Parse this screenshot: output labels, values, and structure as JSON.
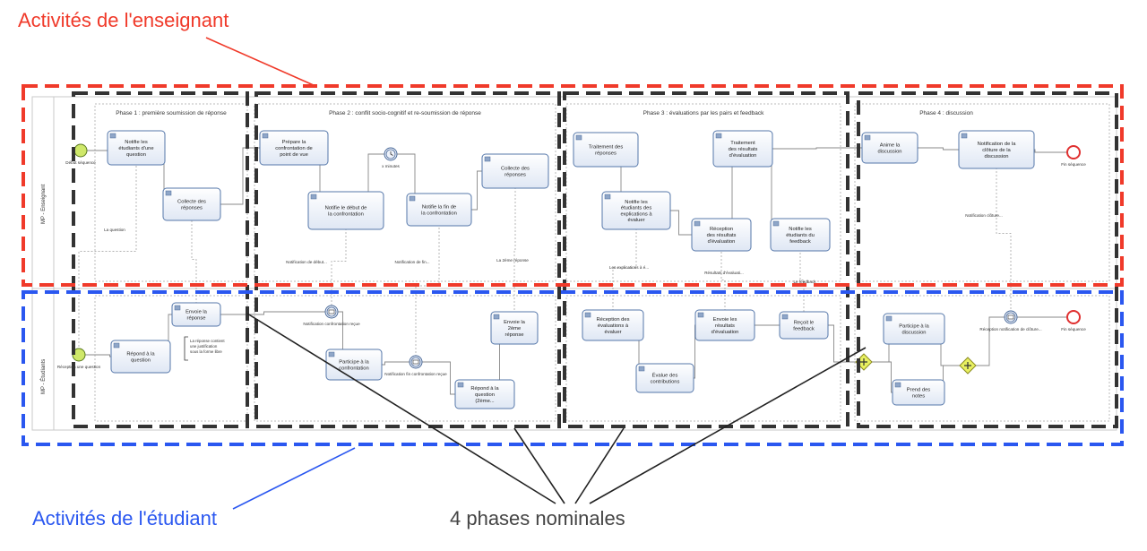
{
  "annotations": {
    "teacher": "Activités de l'enseignant",
    "student": "Activités de l'étudiant",
    "phases": "4 phases nominales"
  },
  "colors": {
    "teacher": "#f03a2a",
    "student": "#2a57f0",
    "phase_frame": "#333333",
    "task_fill": "#e8eef8",
    "task_stroke": "#5577aa",
    "start_event": "#cfe86a",
    "end_event": "#e03030",
    "gateway": "#e8f060"
  },
  "lanes": [
    {
      "id": "teacher",
      "label": "MP - Enseignant"
    },
    {
      "id": "student",
      "label": "MP - Étudiants"
    }
  ],
  "phases": [
    {
      "id": "p1",
      "title": "Phase 1 : première soumission de réponse"
    },
    {
      "id": "p2",
      "title": "Phase 2 : conflit socio-cognitif et re-soumission de réponse"
    },
    {
      "id": "p3",
      "title": "Phase 3 : évaluations par les pairs et feedback"
    },
    {
      "id": "p4",
      "title": "Phase 4 : discussion"
    }
  ],
  "nodes": [
    {
      "id": "start_t",
      "kind": "start",
      "label": "Début séquence"
    },
    {
      "id": "t_notifie_question",
      "kind": "task",
      "label": [
        "Notifie les",
        "étudiants d'une",
        "question"
      ]
    },
    {
      "id": "t_collecte1",
      "kind": "task",
      "label": [
        "Collecte des",
        "réponses"
      ]
    },
    {
      "id": "t_prepare",
      "kind": "task",
      "label": [
        "Prépare la",
        "confrontation de",
        "point de vue"
      ]
    },
    {
      "id": "t_notifie_debut",
      "kind": "task",
      "label": [
        "Notifie le début de",
        "la confrontation"
      ]
    },
    {
      "id": "timer",
      "kind": "timer",
      "label": "x minutes"
    },
    {
      "id": "t_notifie_fin",
      "kind": "task",
      "label": [
        "Notifie la fin de",
        "la confrontation"
      ]
    },
    {
      "id": "t_collecte2",
      "kind": "task",
      "label": [
        "Collecte des",
        "réponses"
      ]
    },
    {
      "id": "t_traitement_rep",
      "kind": "task",
      "label": [
        "Traitement des",
        "réponses"
      ]
    },
    {
      "id": "t_notifie_expl",
      "kind": "task",
      "label": [
        "Notifie les",
        "étudiants des",
        "explications à",
        "évaluer"
      ]
    },
    {
      "id": "t_traitement_res",
      "kind": "task",
      "label": [
        "Traitement",
        "des résultats",
        "d'évaluation"
      ]
    },
    {
      "id": "t_reception_res",
      "kind": "task",
      "label": [
        "Réception",
        "des résultats",
        "d'évaluation"
      ]
    },
    {
      "id": "t_notifie_feedback",
      "kind": "task",
      "label": [
        "Notifie les",
        "étudiants du",
        "feedback"
      ]
    },
    {
      "id": "t_anime",
      "kind": "task",
      "label": [
        "Anime la",
        "discussion"
      ]
    },
    {
      "id": "t_notif_cloture",
      "kind": "task",
      "label": [
        "Notification de la",
        "clôture de la",
        "discussion"
      ]
    },
    {
      "id": "end_t",
      "kind": "end",
      "label": "Fin séquence"
    },
    {
      "id": "start_s",
      "kind": "start",
      "label": "Réception une question"
    },
    {
      "id": "s_repond",
      "kind": "task",
      "label": [
        "Répond à la",
        "question"
      ]
    },
    {
      "id": "s_envoie_rep",
      "kind": "task",
      "label": [
        "Envoie la",
        "réponse"
      ]
    },
    {
      "id": "msg1",
      "kind": "message",
      "label": "Notification confrontation reçue"
    },
    {
      "id": "s_participe_conf",
      "kind": "task",
      "label": [
        "Participe à la",
        "confrontation"
      ]
    },
    {
      "id": "msg2",
      "kind": "message",
      "label": "Notification fin confrontation reçue"
    },
    {
      "id": "s_repond2",
      "kind": "task",
      "label": [
        "Répond à la",
        "question",
        "(2ème..."
      ]
    },
    {
      "id": "s_envoie2",
      "kind": "task",
      "label": [
        "Envoie la",
        "2ème",
        "réponse"
      ]
    },
    {
      "id": "s_reception_expl",
      "kind": "task",
      "label": [
        "Réception des",
        "évaluations à",
        "évaluer"
      ]
    },
    {
      "id": "s_evalue",
      "kind": "task",
      "label": [
        "Évalue des",
        "contributions"
      ]
    },
    {
      "id": "s_envoie_res",
      "kind": "task",
      "label": [
        "Envoie les",
        "résultats",
        "d'évaluation"
      ]
    },
    {
      "id": "s_recoit_feedback",
      "kind": "task",
      "label": [
        "Reçoit le",
        "feedback"
      ]
    },
    {
      "id": "gw1",
      "kind": "gateway",
      "label": ""
    },
    {
      "id": "s_participe_disc",
      "kind": "task",
      "label": [
        "Participe à la",
        "discussion"
      ]
    },
    {
      "id": "s_prend_notes",
      "kind": "task",
      "label": [
        "Prend des",
        "notes"
      ]
    },
    {
      "id": "gw2",
      "kind": "gateway",
      "label": ""
    },
    {
      "id": "msg3",
      "kind": "message",
      "label": "Réception notification de clôture..."
    },
    {
      "id": "end_s",
      "kind": "end",
      "label": "Fin séquence"
    }
  ],
  "small_labels": {
    "la_question": "La question",
    "notif_debut": "Notification de début...",
    "notif_fin": "Notification de fin...",
    "la_2eme_reponse": "La 2ème réponse",
    "les_explications": "Les explications à é...",
    "resultats_eval": "Résultats d'évaluati...",
    "le_feedback": "Le feedback",
    "notif_cloture": "Notification clôture...",
    "question_note": [
      "La réponse contient",
      "une justification",
      "sous la forme libre"
    ]
  }
}
